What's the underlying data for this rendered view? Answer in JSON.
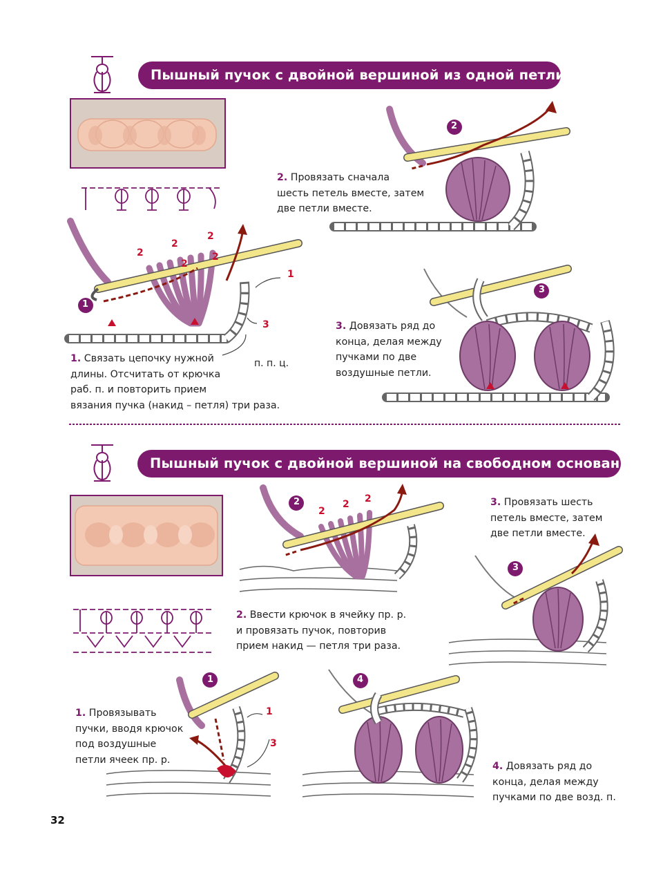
{
  "section1": {
    "title": "Пышный пучок с двойной вершиной из одной петли",
    "step1": {
      "num": "1.",
      "lines": [
        "Связать цепочку нужной",
        "длины. Отсчитать от крючка",
        "раб. п. и повторить прием",
        "вязания пучка (накид – петля) три раза."
      ]
    },
    "step2": {
      "num": "2.",
      "lines": [
        "Провязать сначала",
        "шесть петель вместе, затем",
        "две петли вместе."
      ]
    },
    "step3": {
      "num": "3.",
      "lines": [
        "Довязать ряд до",
        "конца, делая между",
        "пучками по две",
        "воздушные петли."
      ]
    },
    "label_ppc": "п. п. ц.",
    "markers": {
      "m1": "1",
      "m2": "2",
      "m3": "3",
      "red_one": "1",
      "red_three": "3",
      "red_two": "2"
    }
  },
  "section2": {
    "title": "Пышный пучок с двойной вершиной на свободном основании",
    "step1": {
      "num": "1.",
      "lines": [
        "Провязывать",
        "пучки, вводя крючок",
        "под воздушные",
        "петли ячеек пр. р."
      ]
    },
    "step2": {
      "num": "2.",
      "lines": [
        "Ввести крючок в ячейку пр. р.",
        "и провязать пучок, повторив",
        "прием накид — петля три раза."
      ]
    },
    "step3": {
      "num": "3.",
      "lines": [
        "Провязать шесть",
        "петель вместе, затем",
        "две петли вместе."
      ]
    },
    "step4": {
      "num": "4.",
      "lines": [
        "Довязать ряд до",
        "конца, делая между",
        "пучками по две возд. п."
      ]
    },
    "markers": {
      "m1": "1",
      "m2": "2",
      "m3": "3",
      "m4": "4",
      "red_one": "1",
      "red_three": "3",
      "red_two": "2"
    }
  },
  "page_number": "32",
  "colors": {
    "accent": "#7d1a6e",
    "yarn": "#a8709f",
    "hook": "#f3e58a",
    "arrow": "#8a1a10",
    "red": "#c8102e",
    "photo_yarn": "#f3c9b3"
  }
}
